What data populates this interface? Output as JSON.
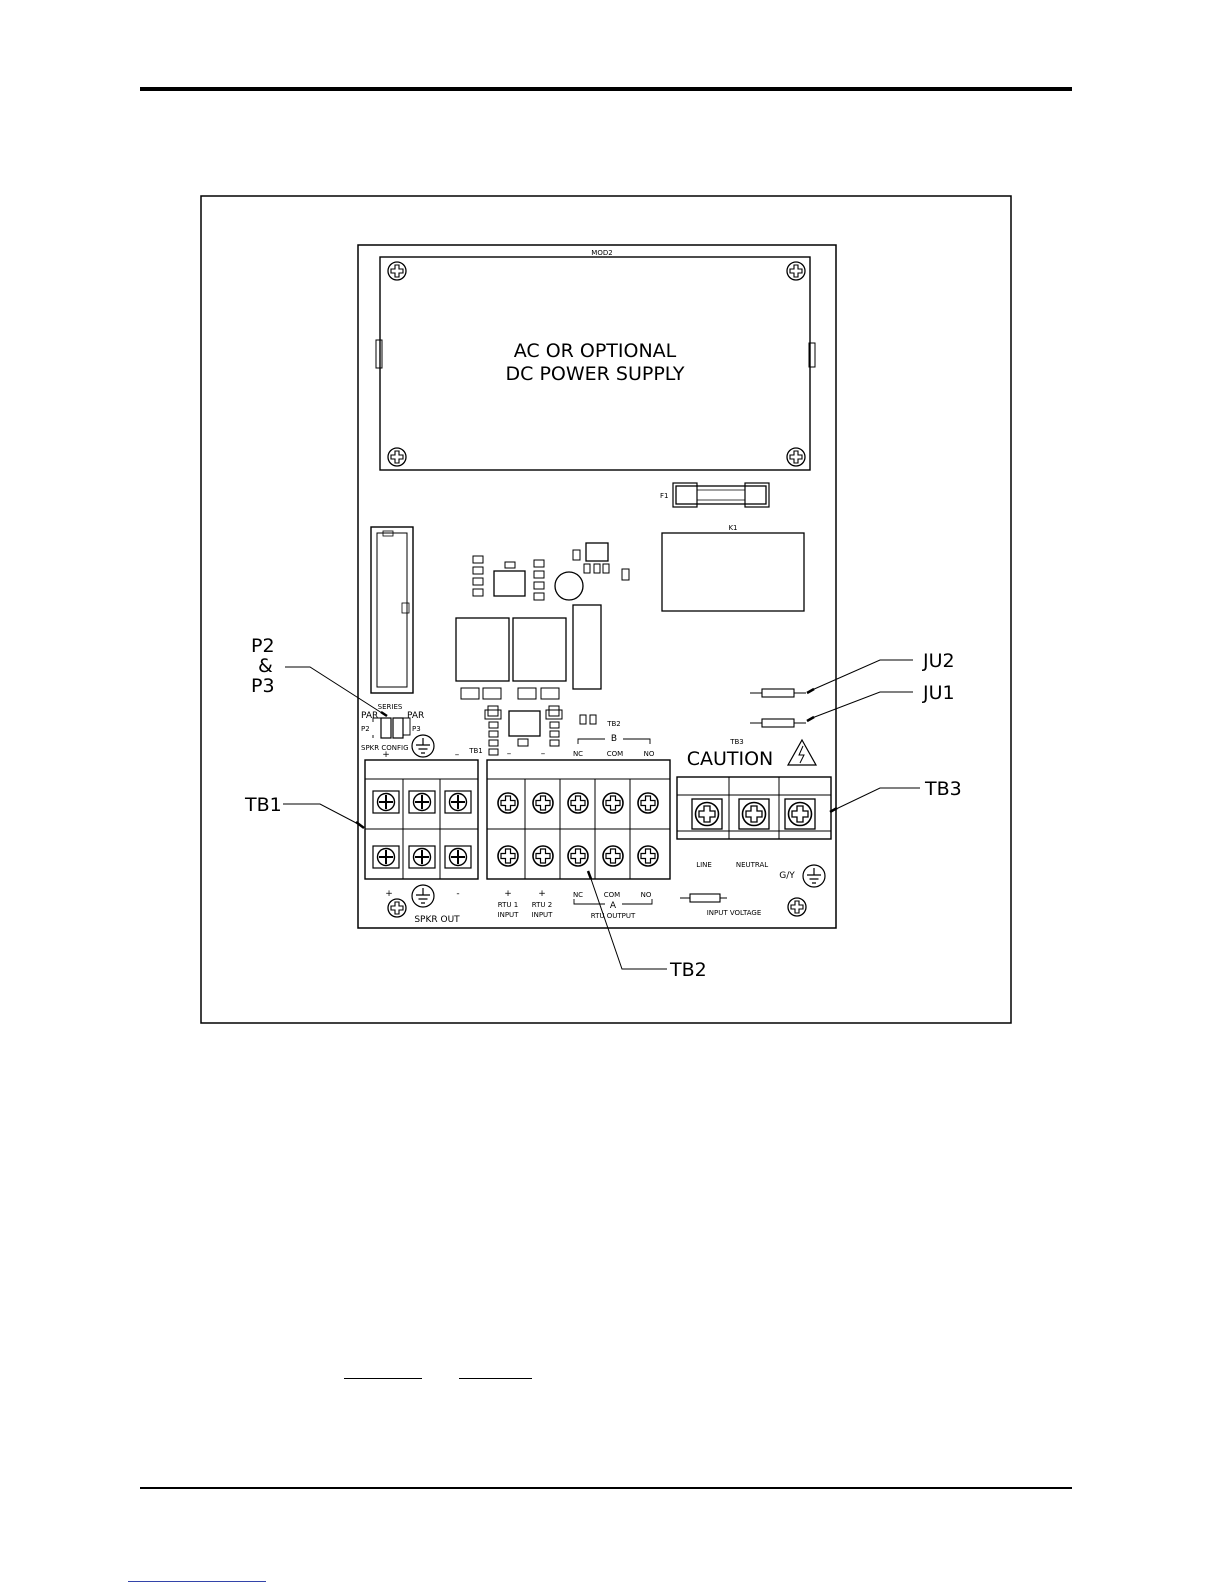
{
  "diagram": {
    "board_ref": "MOD2",
    "power_supply": {
      "line1": "AC OR OPTIONAL",
      "line2": "DC POWER SUPPLY"
    },
    "fuse": "F1",
    "relay": "K1",
    "caution": "CAUTION",
    "callouts": {
      "p2_p3": {
        "l1": "P2",
        "l2": "&",
        "l3": "P3"
      },
      "ju2": "JU2",
      "ju1": "JU1",
      "tb1": "TB1",
      "tb2": "TB2",
      "tb3": "TB3"
    },
    "config": {
      "series": "SERIES",
      "par_left": "PAR",
      "par_right": "PAR",
      "p2": "P2",
      "p3": "P3",
      "spkr_config": "SPKR  CONFIG"
    },
    "tb1": {
      "ref": "TB1",
      "top_plus": "+",
      "top_minus": "–",
      "bot_plus": "+",
      "bot_minus": "-",
      "spkr_out": "SPKR  OUT"
    },
    "tb2": {
      "ref": "TB2",
      "group_b": "B",
      "nc_top": "NC",
      "com_top": "COM",
      "no_top": "NO",
      "minus1": "–",
      "minus2": "–",
      "plus1": "+",
      "plus2": "+",
      "rtu1_l1": "RTU  1",
      "rtu1_l2": "INPUT",
      "rtu2_l1": "RTU  2",
      "rtu2_l2": "INPUT",
      "nc_bot": "NC",
      "com_bot": "COM",
      "no_bot": "NO",
      "group_a": "A",
      "rtu_output": "RTU  OUTPUT"
    },
    "tb3": {
      "ref": "TB3",
      "line": "LINE",
      "neutral": "NEUTRAL",
      "gy": "G/Y",
      "input_voltage": "INPUT  VOLTAGE"
    },
    "icons": [
      "ground-symbol-icon",
      "lightning-warning-icon",
      "screw-terminal-icon",
      "mounting-screw-icon"
    ]
  }
}
